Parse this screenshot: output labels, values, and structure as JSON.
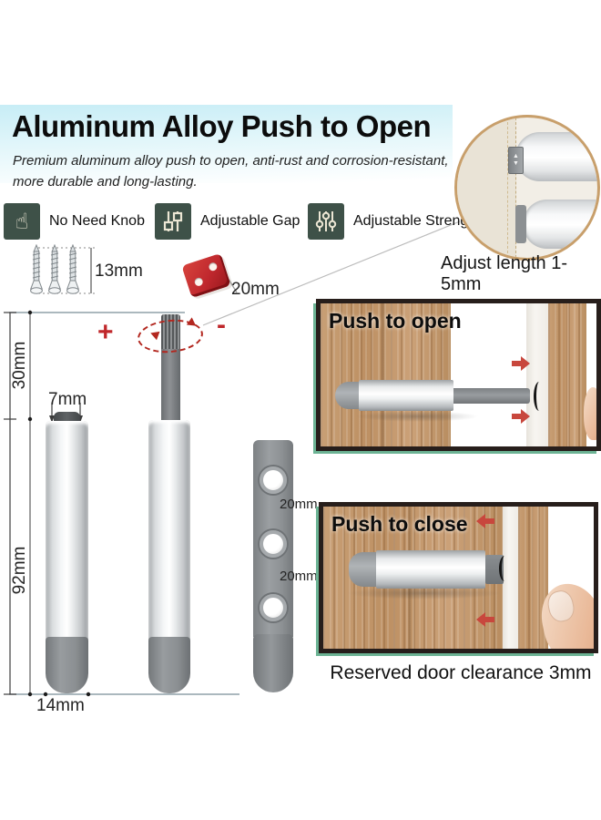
{
  "header": {
    "title": "Aluminum Alloy Push to Open",
    "subtitle_line1": "Premium aluminum alloy push to open, anti-rust and corrosion-resistant,",
    "subtitle_line2": "more durable and long-lasting."
  },
  "features": [
    {
      "icon": "hand-click-icon",
      "label": "No Need Knob"
    },
    {
      "icon": "dual-slider-icon",
      "label": "Adjustable Gap"
    },
    {
      "icon": "triple-slider-icon",
      "label": "Adjustable Strength"
    }
  ],
  "inset": {
    "caption": "Adjust length 1-5mm"
  },
  "dimensions": {
    "screw_length": "13mm",
    "plate_size": "20mm",
    "plunger_travel": "30mm",
    "tip_width": "7mm",
    "body_length": "92mm",
    "body_width": "14mm",
    "hole_spacing_top": "20mm",
    "hole_spacing_bottom": "20mm",
    "strength_plus": "+",
    "strength_minus": "-"
  },
  "panels": [
    {
      "title": "Push to open"
    },
    {
      "title": "Push to close"
    }
  ],
  "footer": {
    "caption": "Reserved door clearance 3mm"
  },
  "colors": {
    "header_teal": "#c7edf6",
    "feature_icon_bg": "#3e5148",
    "accent_red": "#c0272b",
    "plate_red": "#c0282e",
    "wood": "#c69b6f",
    "panel_border": "#271e1b",
    "panel_edge_green": "#6cb394",
    "inset_ring": "#c89f6b"
  }
}
